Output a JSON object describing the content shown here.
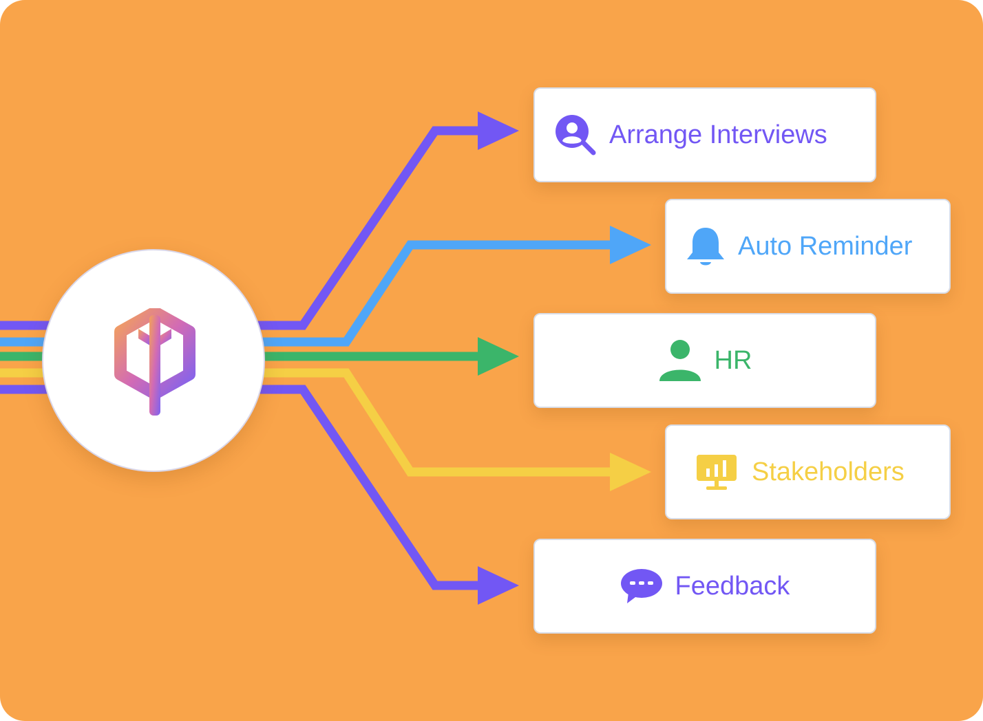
{
  "colors": {
    "background": "#F9A44A",
    "purple": "#7257F4",
    "blue": "#4FA6F8",
    "green": "#3BB56A",
    "yellow": "#F5CF45"
  },
  "hub": {
    "icon": "cube-tree-logo-icon"
  },
  "cards": [
    {
      "label": "Arrange Interviews",
      "icon": "user-search-icon",
      "color": "#7257F4"
    },
    {
      "label": "Auto Reminder",
      "icon": "bell-icon",
      "color": "#4FA6F8"
    },
    {
      "label": "HR",
      "icon": "person-icon",
      "color": "#3BB56A"
    },
    {
      "label": "Stakeholders",
      "icon": "presentation-chart-icon",
      "color": "#F5CF45"
    },
    {
      "label": "Feedback",
      "icon": "chat-bubble-icon",
      "color": "#7257F4"
    }
  ]
}
